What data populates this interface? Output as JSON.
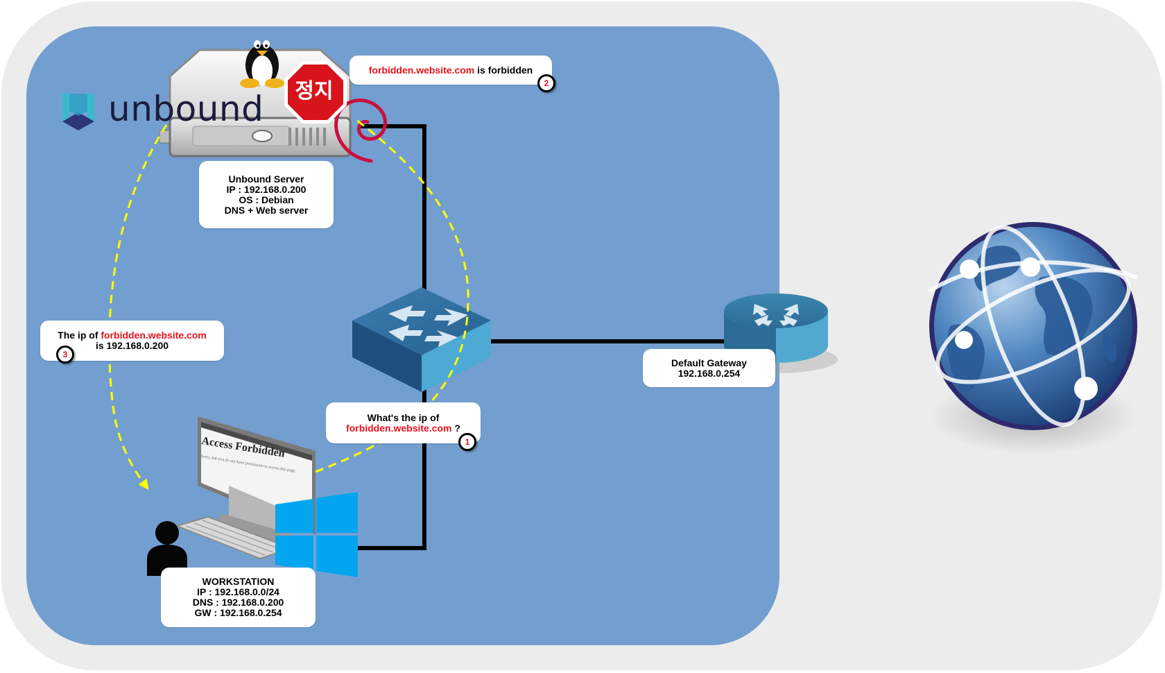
{
  "logo": {
    "text": "unbound"
  },
  "server": {
    "stop_sign_text": "정지",
    "label": {
      "name": "Unbound Server",
      "ip": "IP : 192.168.0.200",
      "os": "OS : Debian",
      "role": "DNS + Web server"
    }
  },
  "gateway": {
    "label": {
      "name": "Default Gateway",
      "ip": "192.168.0.254"
    }
  },
  "workstation": {
    "screen": {
      "title": "Access Forbidden",
      "subtitle": "Sorry, but you do not have permission to access this page."
    },
    "label": {
      "name": "WORKSTATION",
      "ip": "IP : 192.168.0.0/24",
      "dns": "DNS : 192.168.0.200",
      "gw": "GW : 192.168.0.254"
    }
  },
  "steps": [
    {
      "number": "1",
      "text_before": "What's the ip of",
      "domain": "forbidden.website.com",
      "text_after": " ?"
    },
    {
      "number": "2",
      "domain": "forbidden.website.com",
      "text_after": " is forbidden"
    },
    {
      "number": "3",
      "text_before": "The ip of ",
      "domain": "forbidden.website.com",
      "text_after": "is 192.168.0.200"
    }
  ],
  "colors": {
    "outer_background": "#ececec",
    "lan_zone": "#739fd0",
    "highlight_red": "#e8121c",
    "flow_arrow": "#ffff00",
    "cable": "#000000",
    "switch": "#2b6a9b",
    "router": "#3a86b0"
  },
  "icons": [
    "linux-tux-icon",
    "stop-sign-icon",
    "debian-swirl-icon",
    "unbound-logo-icon",
    "switch-icon",
    "router-icon",
    "globe-internet-icon",
    "windows-logo-icon",
    "user-silhouette-icon",
    "monitor-icon",
    "keyboard-icon"
  ]
}
